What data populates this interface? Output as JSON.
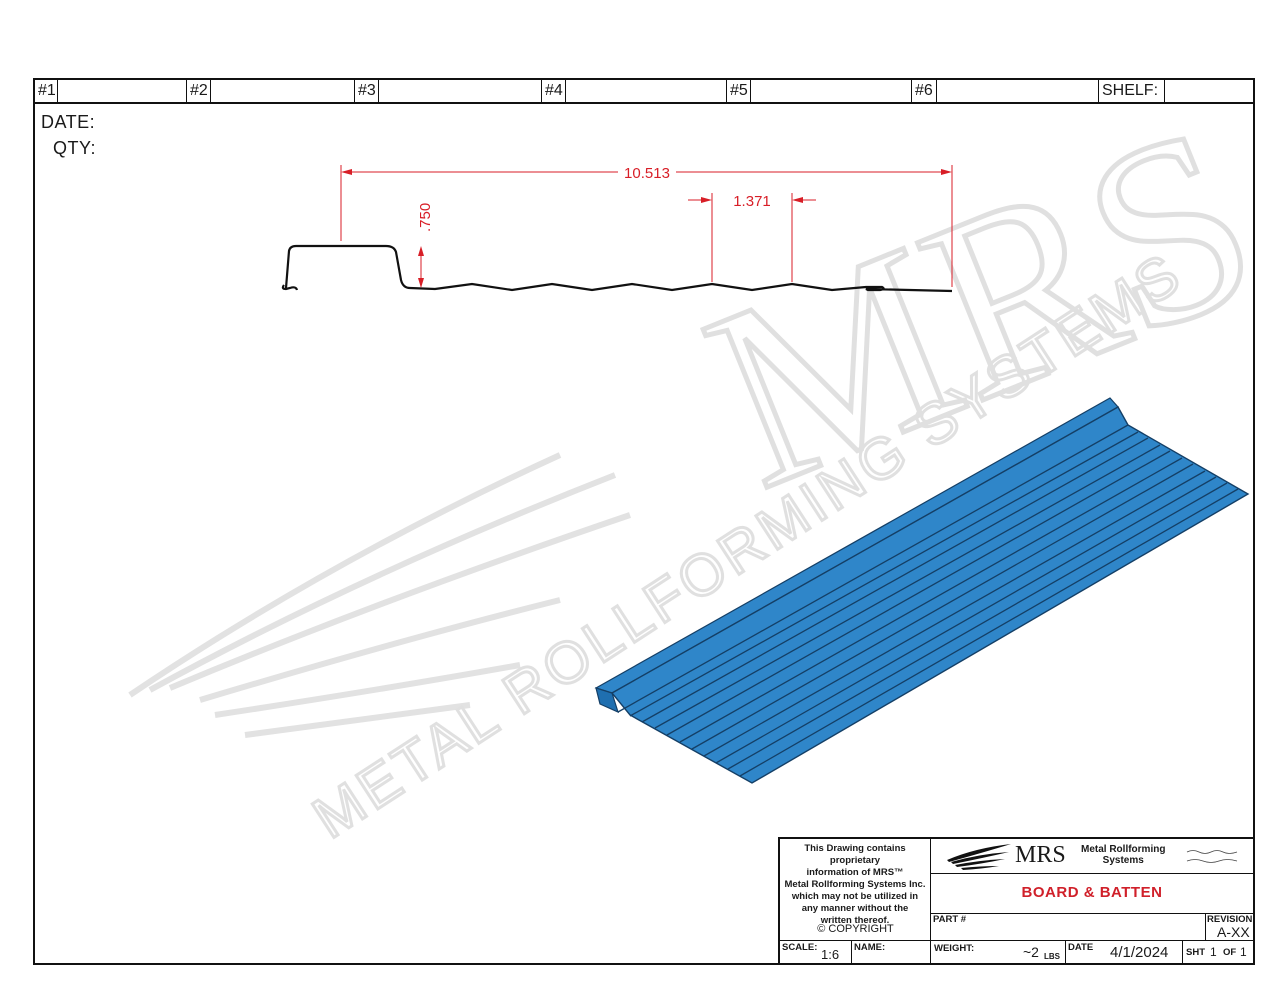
{
  "header": {
    "slots": [
      "#1",
      "#2",
      "#3",
      "#4",
      "#5",
      "#6",
      "SHELF:"
    ]
  },
  "fields": {
    "date_label": "DATE:",
    "qty_label": "QTY:"
  },
  "dimensions": {
    "overall": "10.513",
    "pitch": "1.371",
    "height": ".750"
  },
  "watermark": {
    "logo": "MRS",
    "text": "METAL ROLLFORMING SYSTEMS"
  },
  "colors": {
    "panel": "#2f86c9",
    "panel_edge": "#143f66",
    "dimension": "#d81e27",
    "watermark": "#e4e4e4"
  },
  "titleblock": {
    "notice_lines": [
      "This Drawing contains proprietary",
      "information of MRS™",
      "Metal Rollforming Systems Inc.",
      "which may not be utilized in",
      "any manner without the",
      "written thereof."
    ],
    "copyright": "COPYRIGHT",
    "logo_text": "MRS",
    "logo_sub1": "Metal Rollforming",
    "logo_sub2": "Systems",
    "title": "BOARD & BATTEN",
    "part_label": "PART #",
    "revision_label": "REVISION",
    "revision_value": "A-XX",
    "scale_label": "SCALE:",
    "scale_value": "1:6",
    "name_label": "NAME:",
    "weight_label": "WEIGHT:",
    "weight_value": "~2",
    "weight_unit": "LBS",
    "date_label": "DATE",
    "date_value": "4/1/2024",
    "sheet_label": "SHT",
    "sheet_num": "1",
    "sheet_of": "OF",
    "sheet_total": "1"
  }
}
